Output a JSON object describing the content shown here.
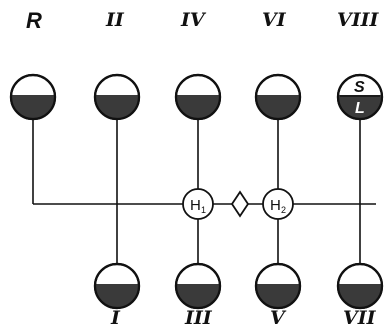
{
  "top_labels": {
    "r": "R",
    "ii": "II",
    "iv": "IV",
    "vi": "VI",
    "viii": "VIII"
  },
  "bottom_labels": {
    "i": "I",
    "iii": "III",
    "v": "V",
    "vii": "VII"
  },
  "hubs": {
    "h1_main": "H",
    "h1_sub": "1",
    "h2_main": "H",
    "h2_sub": "2"
  },
  "viii_inner": {
    "s": "S",
    "l": "L"
  }
}
